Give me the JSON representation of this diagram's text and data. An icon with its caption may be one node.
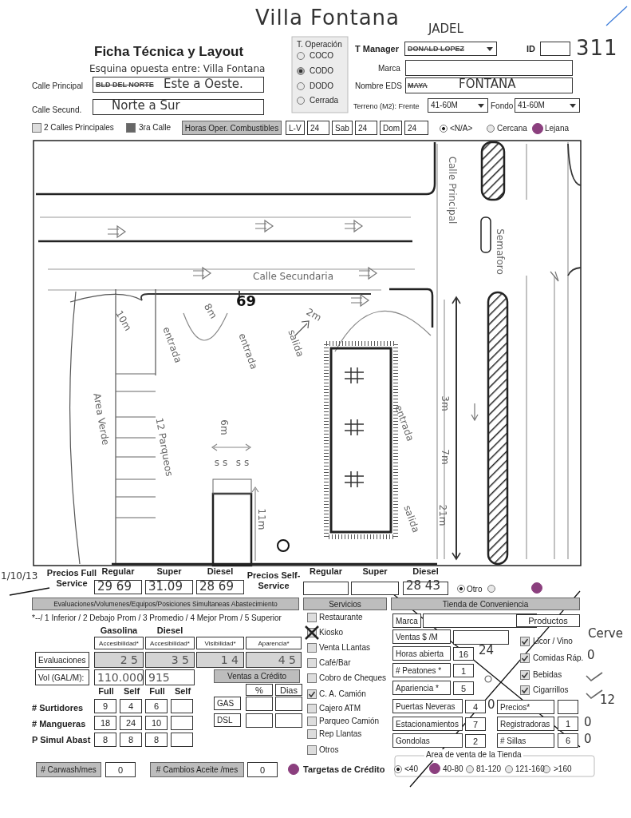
{
  "diagram": {
    "title": "Ficha Técnica y Layout",
    "labels": [
      "Villa Fontana",
      "Esquina opuesta entre: Villa Fontana",
      "Calle Principal",
      "BLD DEL NORTE",
      "Este a Oeste.",
      "Calle Secund.",
      "Norte a Sur",
      "T. Operación",
      "COCO",
      "CODO",
      "DODO",
      "Cerrada",
      "JADEL",
      "T Manager",
      "DONALD LOPEZ",
      "ID",
      "311",
      "Marca",
      "Nombre EDS",
      "MAYA",
      "FONTANA",
      "Terreno (M2): Frente",
      "41-60M",
      "Fondo",
      "41-60M",
      "2 Calles Principales",
      "3ra Calle",
      "Horas Oper. Combustibles",
      "L-V",
      "24",
      "Sab",
      "24",
      "Dom",
      "24",
      "<N/A>",
      "Cercana",
      "Lejana",
      "Calle Principal",
      "Semaforo",
      "Calle Secundaria",
      "69",
      "10m",
      "8m",
      "2m",
      "entrada",
      "entrada",
      "salida",
      "Area Verde",
      "12 Parqueos",
      "6m",
      "s s",
      "s s",
      "11m",
      "3m",
      "entrada",
      "7m",
      "salida",
      "21m",
      "1/10/13",
      "Precios Full Service",
      "Regular",
      "Super",
      "Diesel",
      "29 69",
      "31.09",
      "28 69",
      "Precios Self-Service",
      "Regular",
      "Super",
      "Diesel",
      "28 43",
      "Otro",
      "Evaluaciones/Volumenes/Equipos/Posiciones Simultaneas Abastecimiento",
      "*--/ 1 Inferior / 2 Debajo Prom / 3 Promedio / 4 Mejor Prom / 5 Superior",
      "Gasolina",
      "Diesel",
      "Accesibilidad*",
      "Accesibilidad*",
      "Visibilidad*",
      "Aparencia*",
      "Evaluaciones",
      "2 5",
      "3 5",
      "1 4",
      "4 5",
      "Vol (GAL/M):",
      "110.000",
      "915",
      "Ventas a Crédito",
      "Full",
      "Self",
      "Full",
      "Self",
      "%",
      "Dias",
      "# Surtidores",
      "9",
      "4",
      "6",
      "# Mangueras",
      "18",
      "24",
      "10",
      "P Simul Abast",
      "8",
      "8",
      "8",
      "GAS",
      "DSL",
      "# Carwash/mes",
      "0",
      "# Cambios Aceite /mes",
      "0",
      "Targetas de Crédito",
      "Servicios",
      "Restaurante",
      "Kiosko",
      "Venta LLantas",
      "Café/Bar",
      "Cobro de Cheques",
      "C. A. Camión",
      "Cajero ATM",
      "Parqueo Camión",
      "Rep Llantas",
      "Otros",
      "Tienda de Conveniencia",
      "Marca",
      "Productos",
      "Ventas $ /M",
      "Horas abierta",
      "16",
      "24",
      "# Peatones *",
      "1",
      "Apariencia *",
      "5",
      "Puertas Neveras",
      "4",
      "0",
      "Estacionamientos",
      "7",
      "Gondolas",
      "2",
      "Licor / Vino",
      "Cerve",
      "Comidas Ráp.",
      "0",
      "Bebidas",
      "Cigarrillos",
      "12",
      "Precios*",
      "Registradoras",
      "1",
      "0",
      "# Sillas",
      "6",
      "0",
      "Area de venta de la Tienda",
      "<40",
      "40-80",
      "81-120",
      "121-160",
      ">160"
    ]
  }
}
